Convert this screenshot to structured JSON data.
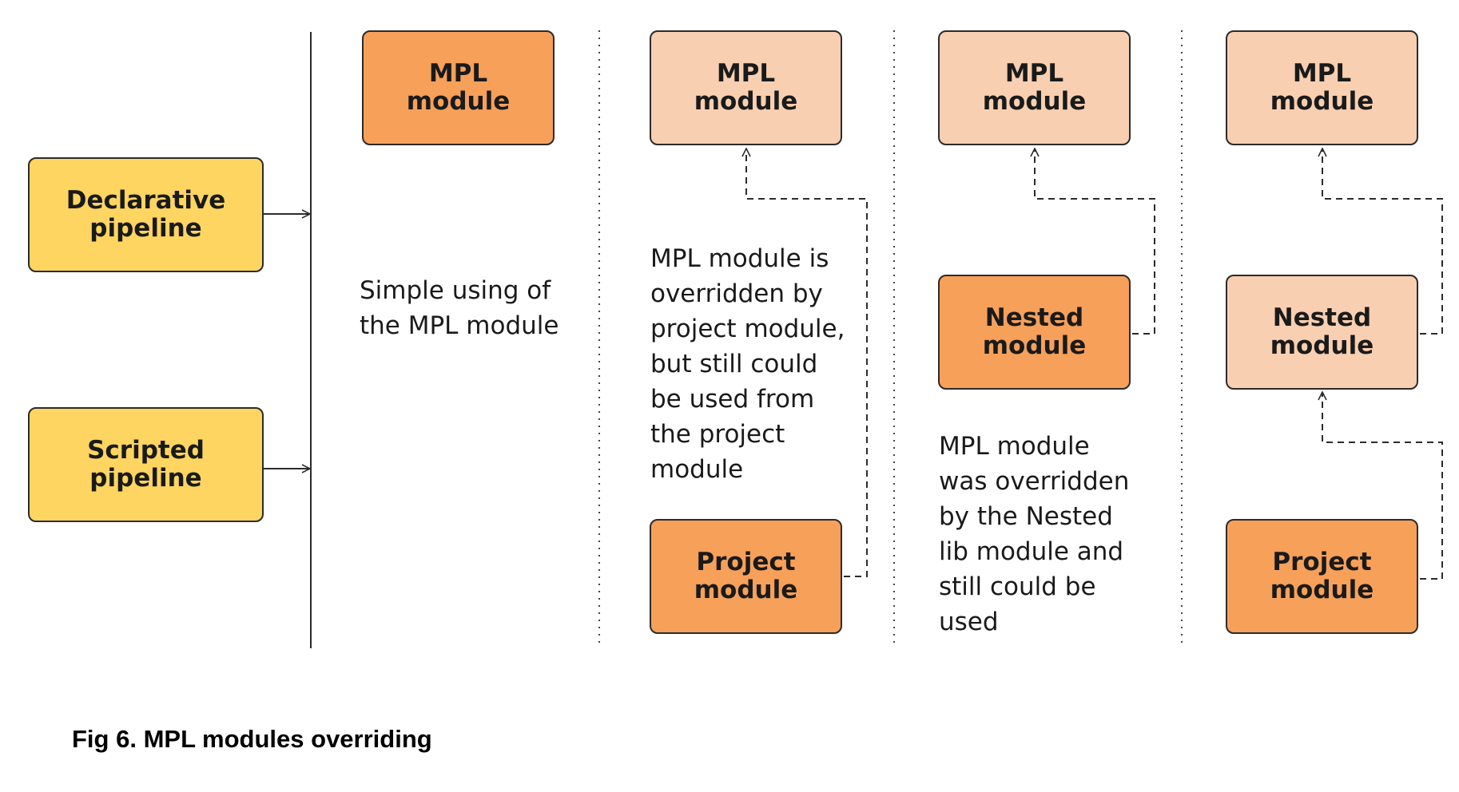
{
  "pipelines": {
    "declarative": [
      "Declarative",
      "pipeline"
    ],
    "scripted": [
      "Scripted",
      "pipeline"
    ]
  },
  "columns": [
    {
      "top_module": [
        "MPL",
        "module"
      ],
      "note": [
        "Simple using of",
        "the MPL module"
      ]
    },
    {
      "top_module": [
        "MPL",
        "module"
      ],
      "note": [
        "MPL module is",
        "overridden by",
        "project module,",
        "but still could",
        "be used from",
        "the project",
        "module"
      ],
      "bottom_module": [
        "Project",
        "module"
      ]
    },
    {
      "top_module": [
        "MPL",
        "module"
      ],
      "middle_module": [
        "Nested",
        "module"
      ],
      "note": [
        "MPL module",
        "was overridden",
        "by the Nested",
        "lib module and",
        "still could be",
        "used"
      ]
    },
    {
      "top_module": [
        "MPL",
        "module"
      ],
      "middle_module": [
        "Nested",
        "module"
      ],
      "bottom_module": [
        "Project",
        "module"
      ]
    }
  ],
  "caption": "Fig 6. MPL modules overriding",
  "colors": {
    "pipeline_fill": "#fed561",
    "module_fill": "#f6a05a",
    "overridden_module_fill": "#f8cfb1",
    "stroke": "#2b2b2b"
  }
}
